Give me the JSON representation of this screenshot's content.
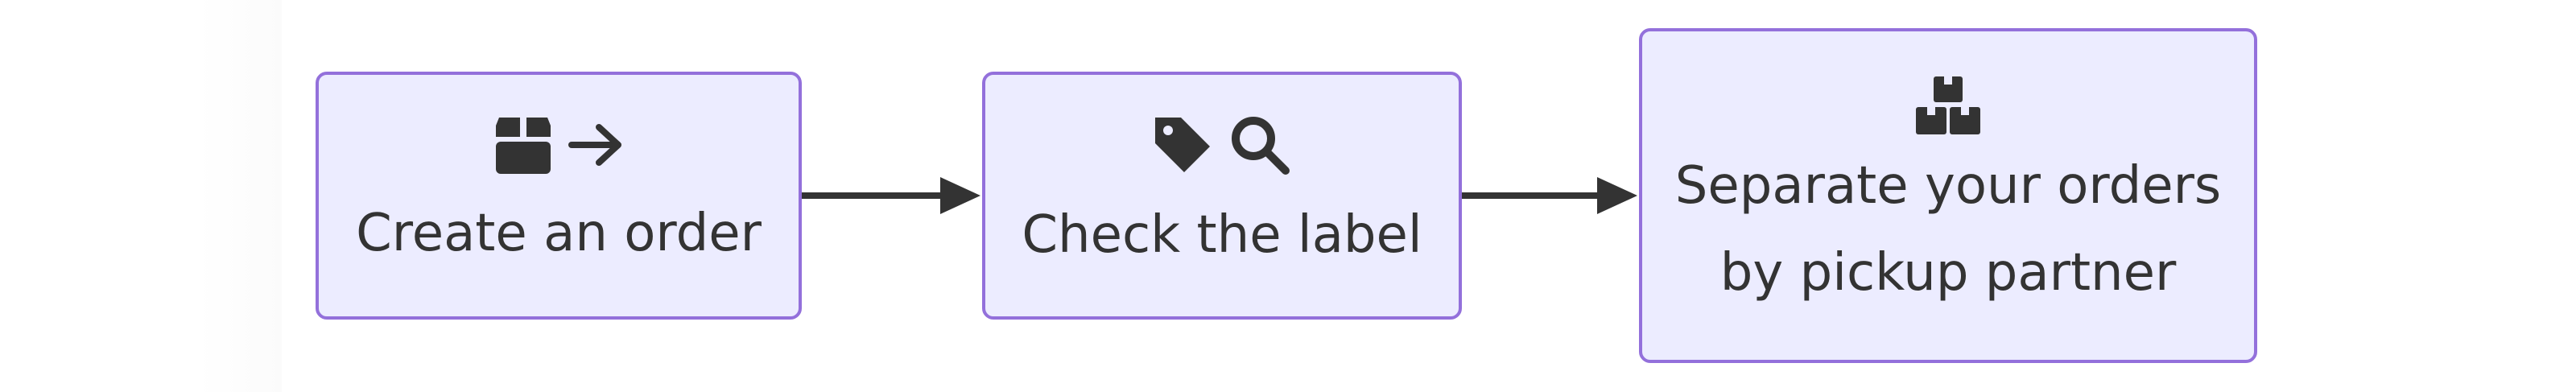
{
  "diagram": {
    "nodes": [
      {
        "id": "create-order",
        "label": "Create an order",
        "icons": [
          "box-icon",
          "arrow-right-icon"
        ]
      },
      {
        "id": "check-label",
        "label": "Check the label",
        "icons": [
          "tag-icon",
          "magnifier-icon"
        ]
      },
      {
        "id": "separate-orders",
        "label": "Separate your orders\nby pickup partner",
        "icons": [
          "stacked-boxes-icon"
        ]
      }
    ],
    "edges": [
      {
        "from": "create-order",
        "to": "check-label"
      },
      {
        "from": "check-label",
        "to": "separate-orders"
      }
    ]
  },
  "colors": {
    "node_fill": "#ececff",
    "node_border": "#9370db",
    "text": "#333333",
    "edge": "#333333"
  }
}
